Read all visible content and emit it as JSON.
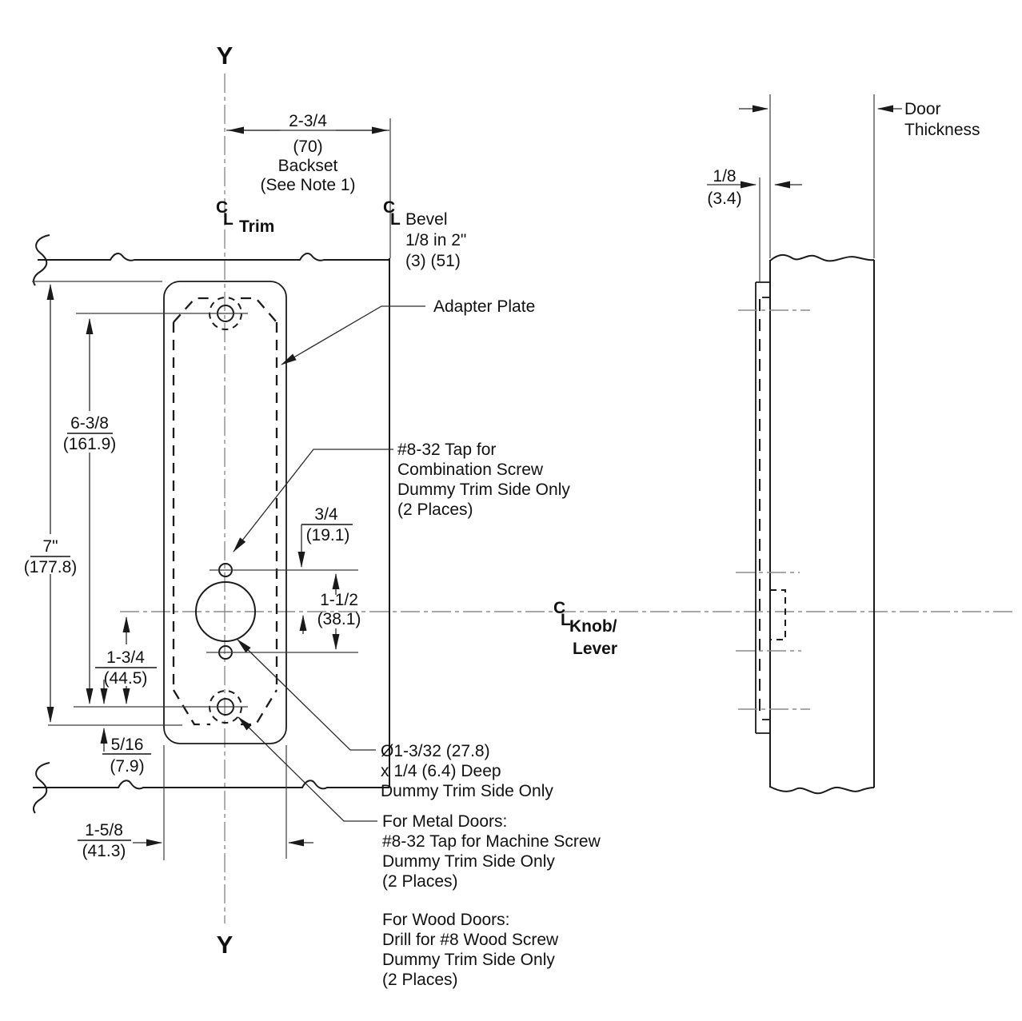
{
  "drawing": {
    "type": "door-installation-template",
    "front_view": {
      "axis_top": "Y",
      "axis_bottom": "Y",
      "centerline_trim": {
        "c": "C",
        "l": "L",
        "label": "Trim"
      },
      "centerline_bevel": {
        "c": "C",
        "l": "L",
        "note_line1": "Bevel",
        "note_line2": "1/8 in 2\"",
        "note_line3": "(3) (51)"
      },
      "centerline_knob": {
        "c": "C",
        "l": "L",
        "label_line1": "Knob/",
        "label_line2": "Lever"
      }
    },
    "dimensions": {
      "backset": {
        "value": "2-3/4",
        "metric": "(70)",
        "label": "Backset",
        "note": "(See Note 1)"
      },
      "height_7in": {
        "value": "7\"",
        "metric": "(177.8)"
      },
      "d6_3_8": {
        "value": "6-3/8",
        "metric": "(161.9)"
      },
      "d1_3_4": {
        "value": "1-3/4",
        "metric": "(44.5)"
      },
      "d5_16": {
        "value": "5/16",
        "metric": "(7.9)"
      },
      "d1_5_8": {
        "value": "1-5/8",
        "metric": "(41.3)"
      },
      "d3_4": {
        "value": "3/4",
        "metric": "(19.1)"
      },
      "d1_1_2": {
        "value": "1-1/2",
        "metric": "(38.1)"
      },
      "d1_8": {
        "value": "1/8",
        "metric": "(3.4)"
      },
      "door_thickness": {
        "line1": "Door",
        "line2": "Thickness"
      }
    },
    "notes": {
      "adapter_plate": "Adapter Plate",
      "tap_combination": [
        "#8-32 Tap for",
        "Combination Screw",
        "Dummy Trim Side Only",
        "(2 Places)"
      ],
      "recess": [
        "Ø1-3/32 (27.8)",
        "x 1/4 (6.4) Deep",
        "Dummy Trim Side Only"
      ],
      "metal_doors": [
        "For Metal Doors:",
        "#8-32 Tap for Machine Screw",
        "Dummy Trim Side Only",
        "(2 Places)"
      ],
      "wood_doors": [
        "For Wood Doors:",
        "Drill for #8 Wood Screw",
        "Dummy Trim Side Only",
        "(2 Places)"
      ]
    },
    "colors": {
      "background": "#ffffff",
      "outline": "#1a1a1a",
      "thin_line": "#3c3c3c",
      "centerline": "#8c8c8c",
      "text": "#111111"
    }
  }
}
